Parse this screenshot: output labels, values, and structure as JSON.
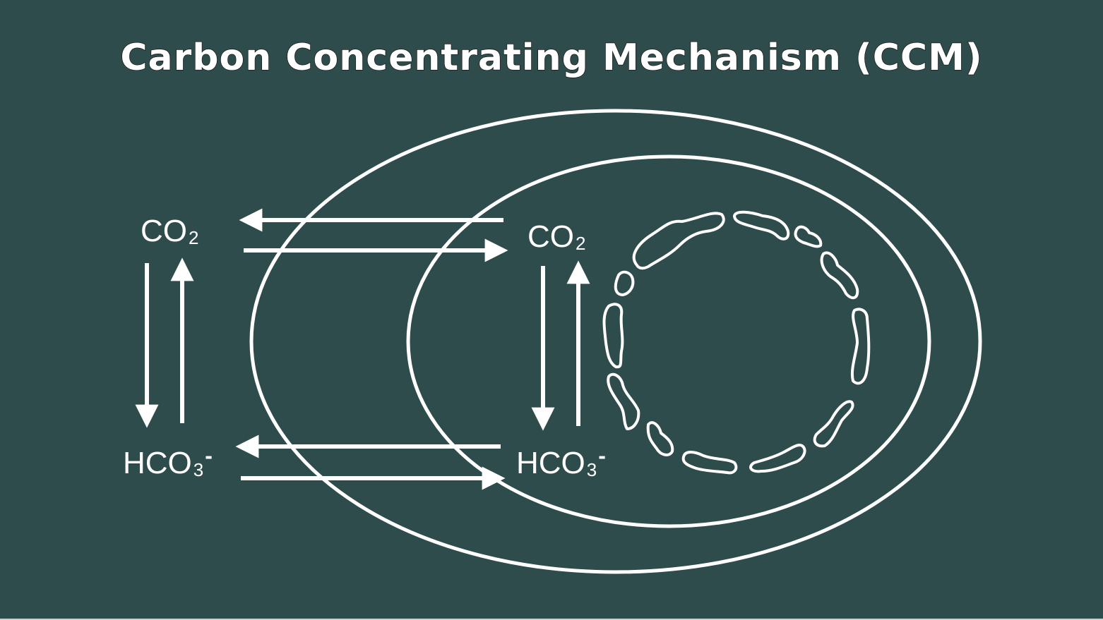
{
  "title": "Carbon Concentrating Mechanism (CCM)",
  "outside": {
    "co2": {
      "base": "CO",
      "sub": "2"
    },
    "hco3": {
      "base": "HCO",
      "sub": "3",
      "sup": "-"
    }
  },
  "inside": {
    "co2": {
      "base": "CO",
      "sub": "2"
    },
    "hco3": {
      "base": "HCO",
      "sub": "3",
      "sup": "-"
    }
  },
  "colors": {
    "background": "#2f4c4c",
    "stroke": "#ffffff"
  }
}
